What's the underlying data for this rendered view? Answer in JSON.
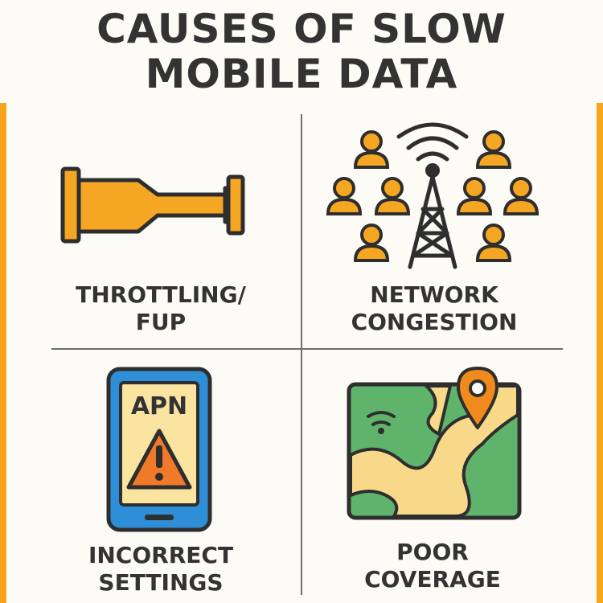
{
  "title": {
    "line1": "CAUSES OF SLOW",
    "line2": "MOBILE DATA"
  },
  "colors": {
    "orange": "#f5a623",
    "dark_orange": "#f08a1c",
    "warning_orange": "#f07a2a",
    "outline": "#2e2e2e",
    "phone_blue": "#2e8fd8",
    "screen_yellow": "#fbe3a0",
    "map_green": "#5fb36b",
    "map_sand": "#f8d98a",
    "edge_orange": "#f8a51c"
  },
  "causes": [
    {
      "id": "throttling",
      "icon": "pipe-icon",
      "line1": "THROTTLING/",
      "line2": "FUP"
    },
    {
      "id": "congestion",
      "icon": "cell-tower-crowd-icon",
      "line1": "NETWORK",
      "line2": "CONGESTION"
    },
    {
      "id": "settings",
      "icon": "phone-warning-icon",
      "screen_text": "APN",
      "line1": "INCORRECT",
      "line2": "SETTINGS"
    },
    {
      "id": "coverage",
      "icon": "map-pin-icon",
      "line1": "POOR",
      "line2": "COVERAGE"
    }
  ]
}
